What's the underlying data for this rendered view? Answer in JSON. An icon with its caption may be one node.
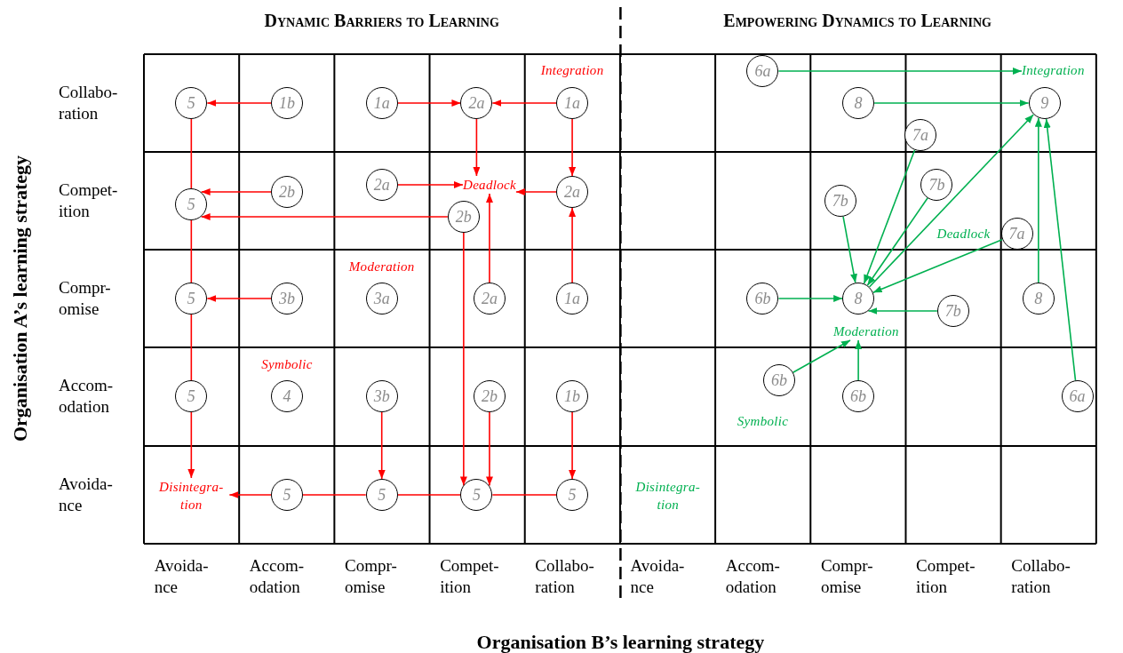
{
  "diagram": {
    "nodes": [
      {
        "text": [
          "Integration"
        ]
      },
      {
        "text": [
          "5"
        ]
      },
      {
        "text": [
          "1b"
        ]
      },
      {
        "text": [
          "1a"
        ]
      },
      {
        "text": [
          "2a"
        ]
      },
      {
        "text": [
          "1a"
        ]
      },
      {
        "text": [
          "2b"
        ]
      },
      {
        "text": [
          "2a"
        ]
      },
      {
        "text": [
          "Deadlock"
        ]
      },
      {
        "text": [
          "5"
        ]
      },
      {
        "text": [
          "2a"
        ]
      },
      {
        "text": [
          "2b"
        ]
      },
      {
        "text": [
          "Moderation"
        ]
      },
      {
        "text": [
          "5"
        ]
      },
      {
        "text": [
          "3b"
        ]
      },
      {
        "text": [
          "3a"
        ]
      },
      {
        "text": [
          "2a"
        ]
      },
      {
        "text": [
          "1a"
        ]
      },
      {
        "text": [
          "Symbolic"
        ]
      },
      {
        "text": [
          "5"
        ]
      },
      {
        "text": [
          "4"
        ]
      },
      {
        "text": [
          "3b"
        ]
      },
      {
        "text": [
          "2b"
        ]
      },
      {
        "text": [
          "1b"
        ]
      },
      {
        "text": [
          "Disintegra- tion"
        ]
      },
      {
        "text": [
          "5"
        ]
      },
      {
        "text": [
          "5"
        ]
      },
      {
        "text": [
          "5"
        ]
      },
      {
        "text": [
          "5"
        ]
      },
      {
        "text": [
          "6a"
        ]
      },
      {
        "text": [
          "Integration"
        ]
      },
      {
        "text": [
          "8"
        ]
      },
      {
        "text": [
          "9"
        ]
      },
      {
        "text": [
          "7a"
        ]
      },
      {
        "text": [
          "7b"
        ]
      },
      {
        "text": [
          "7b"
        ]
      },
      {
        "text": [
          "Deadlock"
        ]
      },
      {
        "text": [
          "7a"
        ]
      },
      {
        "text": [
          "6b"
        ]
      },
      {
        "text": [
          "8"
        ]
      },
      {
        "text": [
          "8"
        ]
      },
      {
        "text": [
          "7b"
        ]
      },
      {
        "text": [
          "Moderation"
        ]
      },
      {
        "text": [
          "6b"
        ]
      },
      {
        "text": [
          "6b"
        ]
      },
      {
        "text": [
          "6a"
        ]
      },
      {
        "text": [
          "Symbolic"
        ]
      },
      {
        "text": [
          "Disintegra- tion"
        ]
      }
    ],
    "edges": [
      {
        "from": 2,
        "to": 1,
        "arrow": "to"
      },
      {
        "from": 3,
        "to": 4,
        "arrow": "to"
      },
      {
        "from": 5,
        "to": 4,
        "arrow": "to"
      },
      {
        "from": 4,
        "to": 8,
        "arrow": "to"
      },
      {
        "from": 5,
        "to": 10,
        "arrow": "to"
      },
      {
        "from": 1,
        "to": 9,
        "arrow": "none"
      },
      {
        "from": 9,
        "to": 13,
        "arrow": "none"
      },
      {
        "from": 13,
        "to": 19,
        "arrow": "none"
      },
      {
        "from": 19,
        "to": 24,
        "arrow": "to"
      },
      {
        "from": 6,
        "to": 9,
        "arrow": "to"
      },
      {
        "from": 7,
        "to": 8,
        "arrow": "to"
      },
      {
        "from": 10,
        "to": 8,
        "arrow": "to"
      },
      {
        "from": 11,
        "to": 9,
        "arrow": "to"
      },
      {
        "from": 11,
        "to": 27,
        "arrow": "to"
      },
      {
        "from": 16,
        "to": 8,
        "arrow": "to"
      },
      {
        "from": 17,
        "to": 10,
        "arrow": "to"
      },
      {
        "from": 14,
        "to": 13,
        "arrow": "to"
      },
      {
        "from": 21,
        "to": 26,
        "arrow": "to"
      },
      {
        "from": 22,
        "to": 27,
        "arrow": "to"
      },
      {
        "from": 23,
        "to": 28,
        "arrow": "to"
      },
      {
        "from": 28,
        "to": 27,
        "arrow": "none"
      },
      {
        "from": 27,
        "to": 26,
        "arrow": "none"
      },
      {
        "from": 26,
        "to": 25,
        "arrow": "none"
      },
      {
        "from": 25,
        "to": 24,
        "arrow": "to"
      },
      {
        "from": 29,
        "to": 30,
        "arrow": "to",
        "color": "#00b050"
      },
      {
        "from": 31,
        "to": 32,
        "arrow": "to",
        "color": "#00b050"
      },
      {
        "from": 33,
        "to": 39,
        "arrow": "to",
        "color": "#00b050"
      },
      {
        "from": 35,
        "to": 39,
        "arrow": "to",
        "color": "#00b050"
      },
      {
        "from": 34,
        "to": 39,
        "arrow": "to",
        "color": "#00b050"
      },
      {
        "from": 39,
        "to": 32,
        "arrow": "to",
        "color": "#00b050"
      },
      {
        "from": 37,
        "to": 39,
        "arrow": "to",
        "color": "#00b050"
      },
      {
        "from": 40,
        "to": 32,
        "arrow": "to",
        "color": "#00b050"
      },
      {
        "from": 45,
        "to": 32,
        "arrow": "to",
        "color": "#00b050"
      },
      {
        "from": 38,
        "to": 39,
        "arrow": "to",
        "color": "#00b050"
      },
      {
        "from": 41,
        "to": 39,
        "arrow": "to",
        "color": "#00b050"
      },
      {
        "from": 43,
        "to": 42,
        "arrow": "to",
        "color": "#00b050"
      },
      {
        "from": 44,
        "to": 42,
        "arrow": "to",
        "color": "#00b050"
      }
    ],
    "labels": [
      "Dynamic Barriers to Learning",
      "Empowering Dynamics to Learning",
      "Organisation A’s learning strategy",
      "Collabo- ration",
      "Compet- ition",
      "Compr- omise",
      "Accom- odation",
      "Avoida- nce",
      "Avoida- nce",
      "Accom- odation",
      "Compr- omise",
      "Compet- ition",
      "Collabo- ration",
      "Avoida- nce",
      "Accom- odation",
      "Compr- omise",
      "Compet- ition",
      "Collabo- ration",
      "Organisation B’s learning strategy"
    ]
  }
}
